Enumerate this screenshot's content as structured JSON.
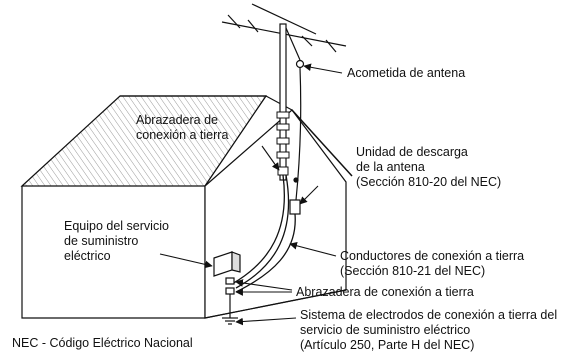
{
  "labels": {
    "antenna_lead_in": "Acometida de antena",
    "ground_clamp_top": [
      "Abrazadera de",
      "conexión a tierra"
    ],
    "discharge_unit": [
      "Unidad de descarga",
      "de la antena",
      "(Sección 810-20 del NEC)"
    ],
    "service_equipment": [
      "Equipo del servicio",
      "de suministro",
      "eléctrico"
    ],
    "grounding_conductors": [
      "Conductores de conexión a tierra",
      "(Sección 810-21 del NEC)"
    ],
    "ground_clamps_bottom": "Abrazadera de conexión a tierra",
    "electrode_system": [
      "Sistema de electrodos de conexión a tierra del",
      "servicio de suministro eléctrico",
      "(Artículo 250, Parte H del NEC)"
    ],
    "nec_note": "NEC - Código Eléctrico Nacional"
  }
}
